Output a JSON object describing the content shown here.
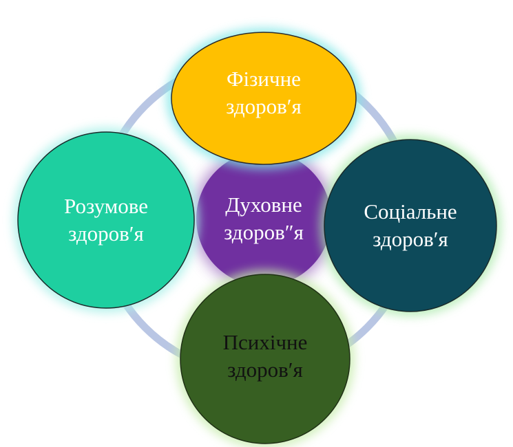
{
  "center": {
    "line1": "Духовне",
    "line2": "здоров″я",
    "color": "#7030A0",
    "text_color": "#ffffff"
  },
  "top": {
    "line1": "Фізичне",
    "line2": "здоров′я",
    "color": "#FFC000",
    "text_color": "#ffffff"
  },
  "left": {
    "line1": "Розумове",
    "line2": "здоров′я",
    "color": "#1ECFA0",
    "text_color": "#ffffff"
  },
  "right": {
    "line1": "Соціальне",
    "line2": "здоров′я",
    "color": "#0D4A5A",
    "text_color": "#ffffff"
  },
  "bottom": {
    "line1": "Психічне",
    "line2": "здоров′я",
    "color": "#375F22",
    "text_color": "#111111"
  },
  "ring_color": "#B9C6E4"
}
